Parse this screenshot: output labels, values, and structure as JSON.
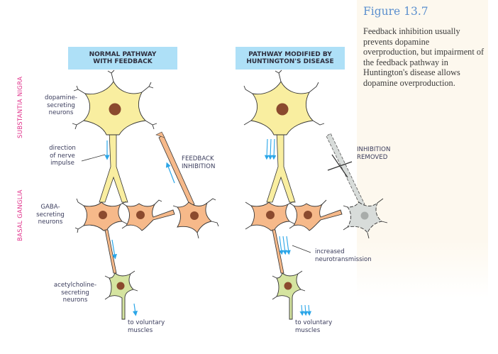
{
  "figure": {
    "title": "Figure 13.7",
    "caption": "Feedback inhibition usually prevents dopamine overproduction, but impairment of the feedback pathway in Huntington's disease allows dopamine overproduction."
  },
  "regions": {
    "top": "SUBSTANTIA NIGRA",
    "bottom": "BASAL GANGLIA"
  },
  "panels": {
    "normal": {
      "header_line1": "NORMAL PATHWAY",
      "header_line2": "WITH FEEDBACK",
      "feedback_line1": "FEEDBACK",
      "feedback_line2": "INHIBITION",
      "output_line1": "to voluntary",
      "output_line2": "muscles"
    },
    "huntington": {
      "header_line1": "PATHWAY MODIFIED BY",
      "header_line2": "HUNTINGTON'S DISEASE",
      "removed_line1": "INHIBITION",
      "removed_line2": "REMOVED",
      "increased_line1": "increased",
      "increased_line2": "neurotransmission",
      "output_line1": "to voluntary",
      "output_line2": "muscles"
    }
  },
  "labels": {
    "dopamine": [
      "dopamine-",
      "secreting",
      "neurons"
    ],
    "direction": [
      "direction",
      "of nerve",
      "impulse"
    ],
    "gaba": [
      "GABA-",
      "secreting",
      "neurons"
    ],
    "acetylcholine": [
      "acetylcholine-",
      "secreting",
      "neurons"
    ]
  },
  "colors": {
    "dopamine_neuron": "#f9eea0",
    "gaba_neuron": "#f6b98a",
    "acetylcholine_neuron": "#d5e4a0",
    "impaired_neuron": "#d8dcda",
    "nucleus": "#8b4a2e",
    "arrow": "#2ba6e8",
    "region_label": "#e0308a",
    "header_bg": "#aee0f7",
    "figure_title": "#5b8fce"
  }
}
